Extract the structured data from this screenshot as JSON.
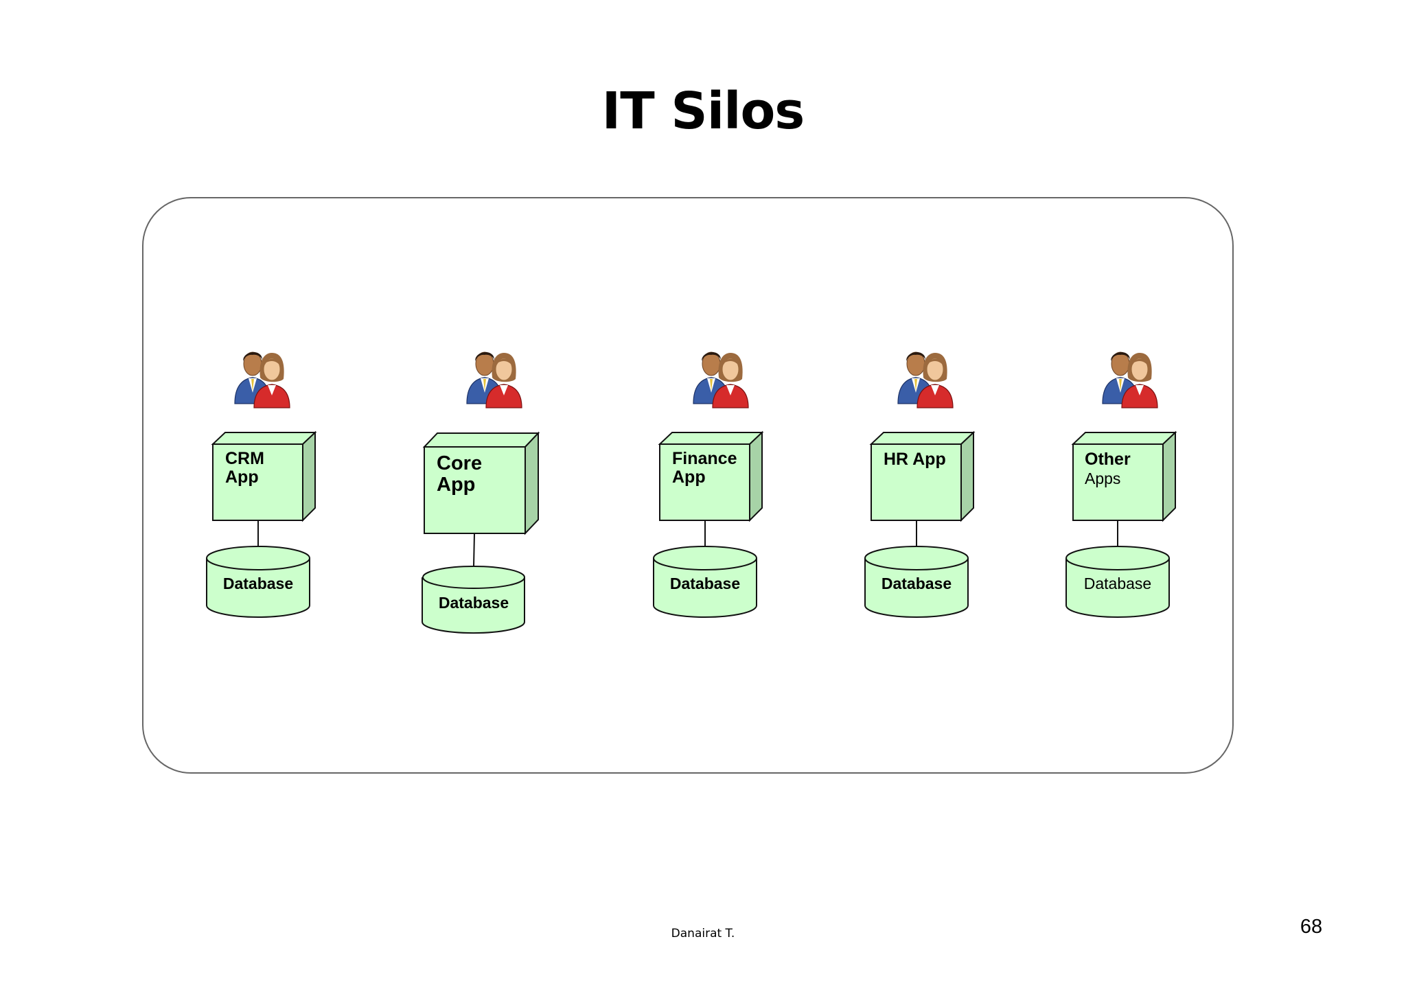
{
  "slide": {
    "title": "IT Silos",
    "author": "Danairat T.",
    "page_number": "68"
  },
  "colors": {
    "box_front": "#ccffcc",
    "box_side": "#a7d3a7",
    "box_top": "#ccffcc",
    "stroke": "#111111",
    "frame_stroke": "#666666",
    "male_suit": "#3a5ea8",
    "female_suit": "#d62b2b"
  },
  "silos": [
    {
      "app_line1": "CRM",
      "app_line2": "App",
      "db_label": "Database",
      "icon": "users-icon"
    },
    {
      "app_line1": "Core",
      "app_line2": "App",
      "db_label": "Database",
      "icon": "users-icon"
    },
    {
      "app_line1": "Finance",
      "app_line2": "App",
      "db_label": "Database",
      "icon": "users-icon"
    },
    {
      "app_line1": "HR App",
      "app_line2": "",
      "db_label": "Database",
      "icon": "users-icon"
    },
    {
      "app_line1": "Other",
      "app_line2": "Apps",
      "db_label": "Database",
      "icon": "users-icon"
    }
  ]
}
